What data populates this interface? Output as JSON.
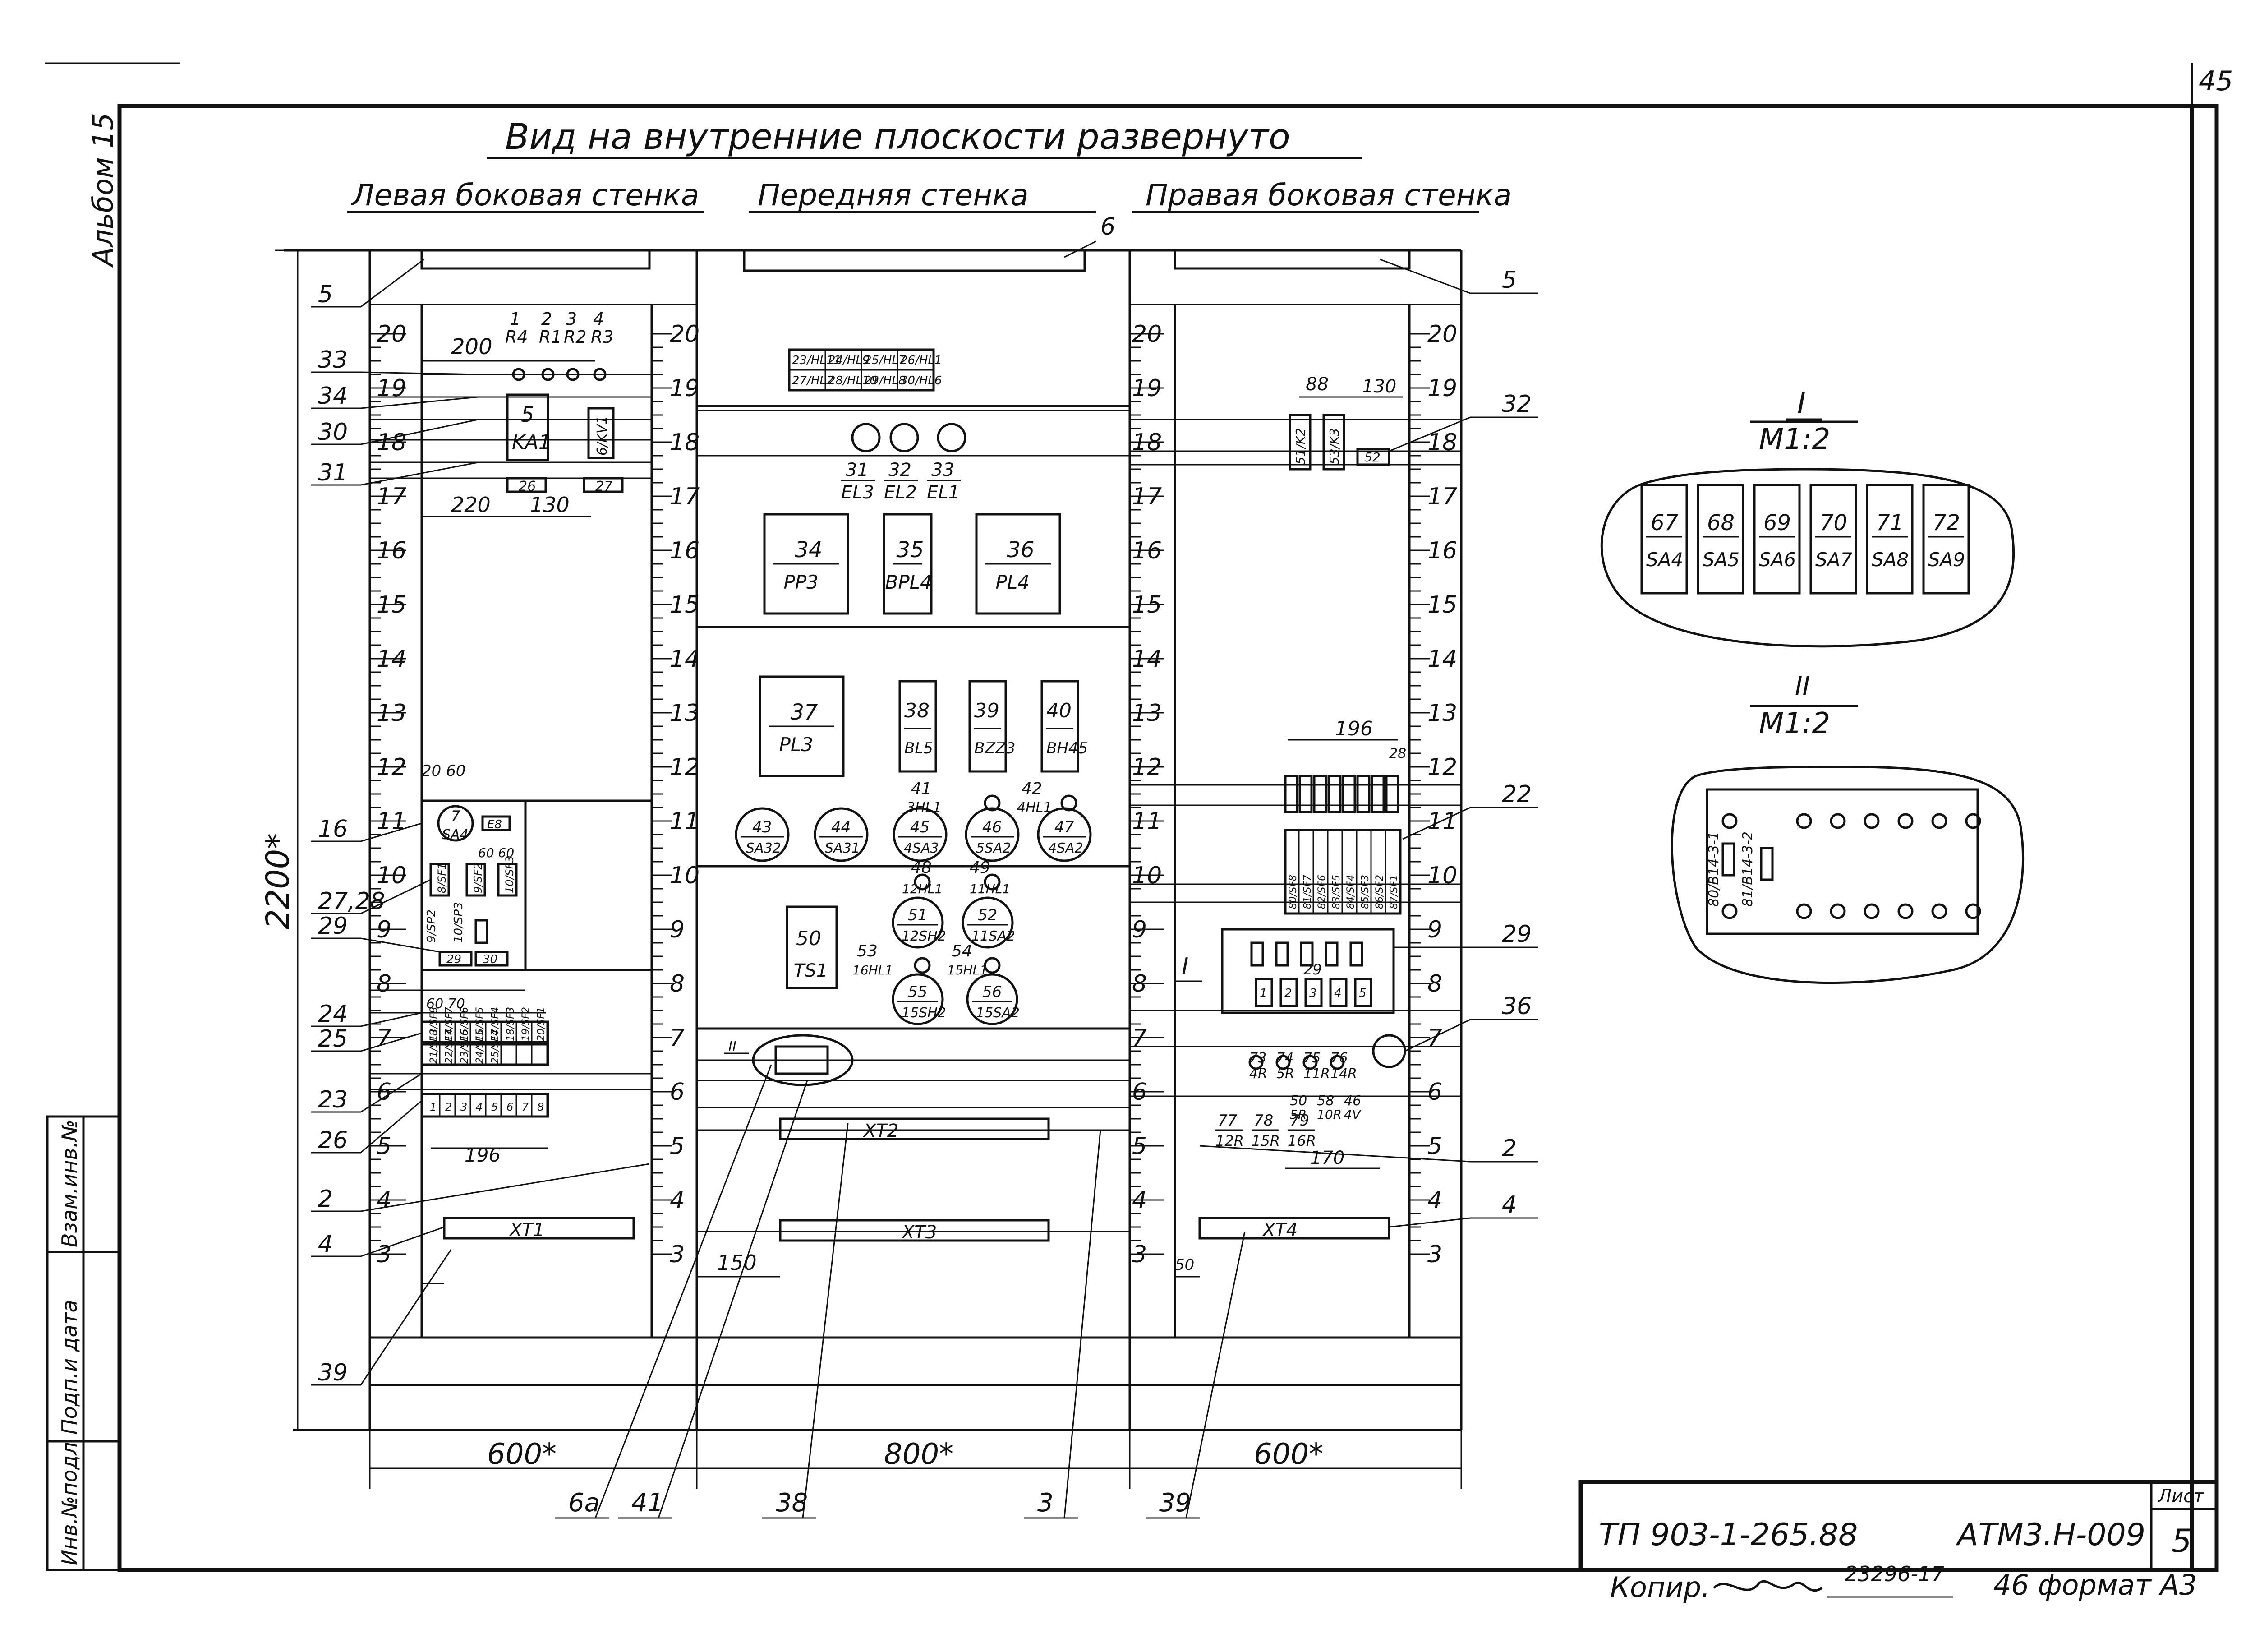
{
  "sheet": {
    "number": "45",
    "album": "Альбом 15",
    "title": "Вид на внутренние плоскости развернуто",
    "sections": {
      "left": "Левая боковая стенка",
      "front": "Передняя стенка",
      "right": "Правая боковая стенка"
    }
  },
  "dimensions": {
    "height": "2200*",
    "width_left": "600*",
    "width_front": "800*",
    "width_right": "600*",
    "d200": "200",
    "d220": "220",
    "d130a": "130",
    "d2060": "20 60",
    "d196a": "196",
    "d6070": "60  70",
    "d6060": "60 60",
    "d150": "150",
    "d50": "50",
    "d8": "88",
    "d130b": "130",
    "d196b": "196",
    "d170": "170",
    "d28": "28"
  },
  "scale": [
    "3",
    "4",
    "5",
    "6",
    "7",
    "8",
    "9",
    "10",
    "11",
    "12",
    "13",
    "14",
    "15",
    "16",
    "17",
    "18",
    "19",
    "20"
  ],
  "left_wall": {
    "top_resistors": [
      "1",
      "R4",
      "2",
      "R1",
      "3",
      "R2",
      "4",
      "R3"
    ],
    "relay": [
      "5",
      "KA1"
    ],
    "kv": "6/KV1",
    "r_pair": [
      "26",
      "27"
    ],
    "lamp_7": [
      "7",
      "SA4"
    ],
    "box_e8": "E8",
    "small": [
      "8/SF1",
      "9/SF2",
      "10/SF3"
    ],
    "r_9_10": [
      "9/SP2",
      "10/SP3"
    ],
    "r_2930": [
      "29",
      "30"
    ],
    "sf_top": [
      "13/SF8",
      "14/SF7",
      "15/SF6",
      "16/SF5",
      "17/SF4",
      "18/SF3",
      "19/SF2",
      "20/SF1"
    ],
    "sf_mid": [
      "21/SF8",
      "22/SF7",
      "23/SF6",
      "24/SF5",
      "25/SF4"
    ],
    "sf_bot": [
      "1",
      "2",
      "3",
      "4",
      "5",
      "6",
      "7",
      "8"
    ],
    "xt1": "XT1"
  },
  "front_wall": {
    "hl_row1": [
      "23/HL11",
      "24/HL9",
      "25/HL7",
      "26/HL1"
    ],
    "hl_row2": [
      "27/HL2",
      "28/HL10",
      "29/HL8",
      "30/HL6"
    ],
    "el": [
      "31/EL3",
      "32/EL2",
      "33/EL1"
    ],
    "big_blocks": [
      [
        "34",
        "PP3"
      ],
      [
        "35",
        "BPL4"
      ],
      [
        "36",
        "PL4"
      ],
      [
        "37",
        "PL3"
      ]
    ],
    "small_blocks": [
      [
        "38",
        "BL5"
      ],
      [
        "39",
        "BZZ3"
      ],
      [
        "40",
        "BH45"
      ]
    ],
    "hl_labels": [
      "41",
      "3HL1",
      "42",
      "4HL1"
    ],
    "circles": [
      [
        "43",
        "SA32"
      ],
      [
        "44",
        "SA31"
      ],
      [
        "45",
        "4SA3"
      ],
      [
        "46",
        "5SA2"
      ],
      [
        "47",
        "4SA2"
      ]
    ],
    "row2_labels": [
      "48",
      "12HL1",
      "49",
      "11HL1"
    ],
    "circles2": [
      [
        "51",
        "12SH2"
      ],
      [
        "52",
        "11SA2"
      ]
    ],
    "ts": [
      "50",
      "TS1"
    ],
    "row3_labels": [
      "53",
      "16HL1",
      "54",
      "15HL1"
    ],
    "circles3": [
      [
        "55",
        "15SH2"
      ],
      [
        "56",
        "15SA2"
      ]
    ],
    "marker": "II",
    "xt2": "XT2",
    "xt3": "XT3"
  },
  "right_wall": {
    "k_blocks": [
      "51/K2",
      "53/K3",
      "52"
    ],
    "sf_row": [
      "80/SF8",
      "81/SF7",
      "82/SF6",
      "83/SF5",
      "84/SF4",
      "85/SF3",
      "86/SF2",
      "87/SF1"
    ],
    "marker_i": "I",
    "block_29": [
      "1",
      "2",
      "3",
      "4",
      "5"
    ],
    "block_29_lbl": "29",
    "r_labels": [
      "73",
      "4R",
      "74",
      "5R",
      "75",
      "11R",
      "76",
      "14R"
    ],
    "r_labels2": [
      "50",
      "5R",
      "58",
      "10R",
      "46",
      "4V"
    ],
    "r_labels3": [
      "77",
      "12R",
      "78",
      "15R",
      "79",
      "16R"
    ],
    "xt4": "XT4"
  },
  "callouts_left": [
    "5",
    "33",
    "34",
    "30",
    "31",
    "16",
    "27,28",
    "29",
    "24",
    "25",
    "23",
    "26",
    "2",
    "4",
    "39"
  ],
  "callouts_right": [
    "5",
    "32",
    "22",
    "29",
    "36",
    "2",
    "4"
  ],
  "callouts_top": "6",
  "callouts_bottom": [
    "6a",
    "41",
    "38",
    "3",
    "39"
  ],
  "detail_I": {
    "title": "I",
    "scale": "M1:2",
    "switches": [
      [
        "67",
        "SA4"
      ],
      [
        "68",
        "SA5"
      ],
      [
        "69",
        "SA6"
      ],
      [
        "70",
        "SA7"
      ],
      [
        "71",
        "SA8"
      ],
      [
        "72",
        "SA9"
      ]
    ]
  },
  "detail_II": {
    "title": "II",
    "scale": "M1:2",
    "labels": [
      "80/B14-3-1",
      "81/B14-3-2"
    ]
  },
  "stamp": {
    "code": "ТП 903-1-265.88",
    "doc": "АТМ3.Н-009",
    "sheet_label": "Лист",
    "sheet": "5",
    "copy": "Копир.",
    "copy_num": "23296-17",
    "format": "46 формат А3"
  },
  "side_stamp": [
    "Инв.№подл",
    "Подп.и дата",
    "Взам.инв.№"
  ]
}
